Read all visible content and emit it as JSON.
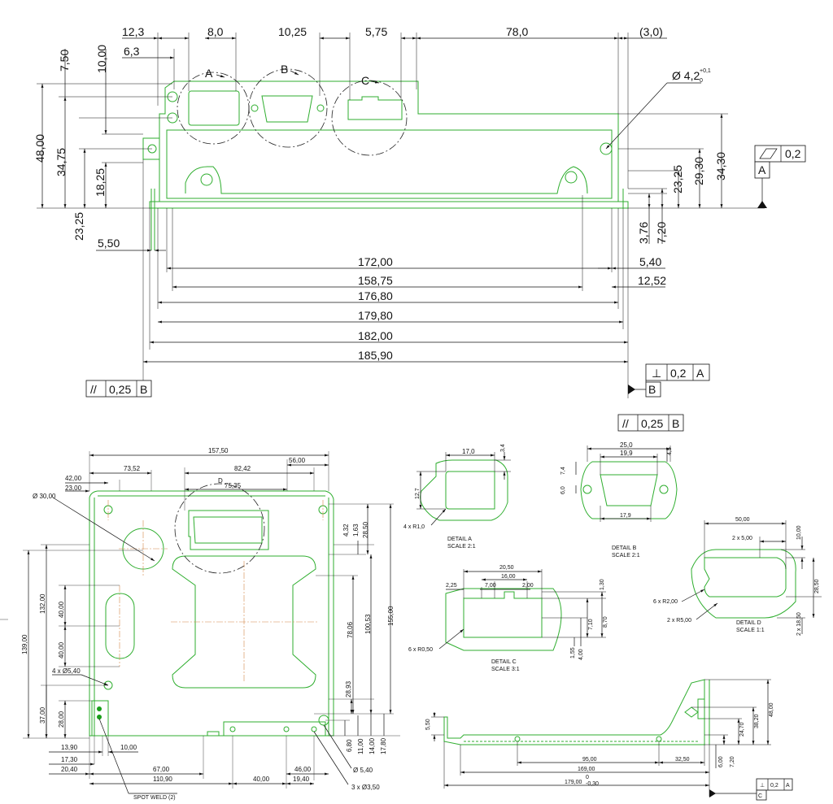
{
  "top_view": {
    "top_dims": [
      "12,3",
      "6,3",
      "8,0",
      "10,25",
      "5,75",
      "78,0",
      "(3,0)"
    ],
    "left_vertical_dims": [
      "7,50",
      "10,00",
      "48,00",
      "34,75",
      "18,25",
      "23,25"
    ],
    "detail_labels": [
      "A",
      "B",
      "C"
    ],
    "hole_callout": "Ø 4,2",
    "hole_tol_upper": "+0,1",
    "hole_tol_lower": "0",
    "right_vertical_dims": [
      "23,25",
      "29,30",
      "34,30",
      "3,76",
      "7,20"
    ],
    "flatness": {
      "symbol": "▱",
      "value": "0,2"
    },
    "datum_a": "A",
    "left_offset_dim": "5,50",
    "horizontal_dims": [
      "172,00",
      "158,75",
      "176,80",
      "179,80",
      "182,00",
      "185,90"
    ],
    "right_side_dims": [
      "5,40",
      "12,52"
    ],
    "parallelism_left": {
      "symbol": "//",
      "value": "0,25",
      "datum": "B"
    },
    "perpendicularity": {
      "symbol": "⊥",
      "value": "0,2",
      "datum": "A"
    },
    "datum_b": "B",
    "parallelism_right": {
      "symbol": "//",
      "value": "0,25",
      "datum": "B"
    }
  },
  "plan_view": {
    "width_dims": [
      "157,50",
      "73,52",
      "82,42",
      "56,00",
      "42,00",
      "23,00",
      "75,35"
    ],
    "detail_d_label": "D",
    "big_hole": "Ø 30,00",
    "left_vertical_dims": [
      "132,00",
      "139,00",
      "40,00",
      "40,00",
      "37,00",
      "28,00"
    ],
    "right_vertical_dims": [
      "4,32",
      "1,63",
      "28,50",
      "155,00",
      "100,53",
      "78,06",
      "28,93"
    ],
    "small_holes": "4 x Ø5,40",
    "bottom_right_dims": [
      "6,80",
      "11,00",
      "14,00",
      "17,80"
    ],
    "hole_540": "Ø 5,40",
    "hole_350": "3 x Ø3,50",
    "bottom_dims": [
      "13,90",
      "17,30",
      "20,40",
      "10,00",
      "67,00",
      "110,90",
      "40,00",
      "46,00",
      "19,40"
    ],
    "spot_weld": "SPOT WELD (2)"
  },
  "detail_a": {
    "dims": [
      "17,0",
      "3,4",
      "12,7"
    ],
    "radius": "4 x R1,0",
    "title": "DETAIL  A",
    "scale": "SCALE  2:1"
  },
  "detail_b": {
    "dims": [
      "25,0",
      "19,9",
      "4,5",
      "7,4",
      "6,0",
      "17,9"
    ],
    "title": "DETAIL  B",
    "scale": "SCALE  2:1"
  },
  "detail_c": {
    "dims": [
      "20,50",
      "16,00",
      "2,25",
      "7,00",
      "2,00",
      "1,30",
      "7,10",
      "8,70",
      "1,55",
      "4,00"
    ],
    "radius": "6 x R0,50",
    "title": "DETAIL  C",
    "scale": "SCALE  3:1"
  },
  "detail_d": {
    "dims": [
      "50,00",
      "2 x 5,00",
      "10,00",
      "28,50",
      "2 x 18,50"
    ],
    "radius_small": "6 x R2,00",
    "radius_large": "2 x R5,00",
    "title": "DETAIL  D",
    "scale": "SCALE  1:1"
  },
  "side_view": {
    "left_dim": "5,50",
    "dims": [
      "95,00",
      "32,50",
      "169,00",
      "48,00",
      "38,20",
      "24,70",
      "7,20",
      "6,00"
    ],
    "overall": "179,00",
    "overall_tol_upper": "0",
    "overall_tol_lower": "-0,30",
    "perpendicularity": {
      "symbol": "⊥",
      "value": "0,2",
      "datum": "A"
    },
    "datum_c": "C"
  }
}
